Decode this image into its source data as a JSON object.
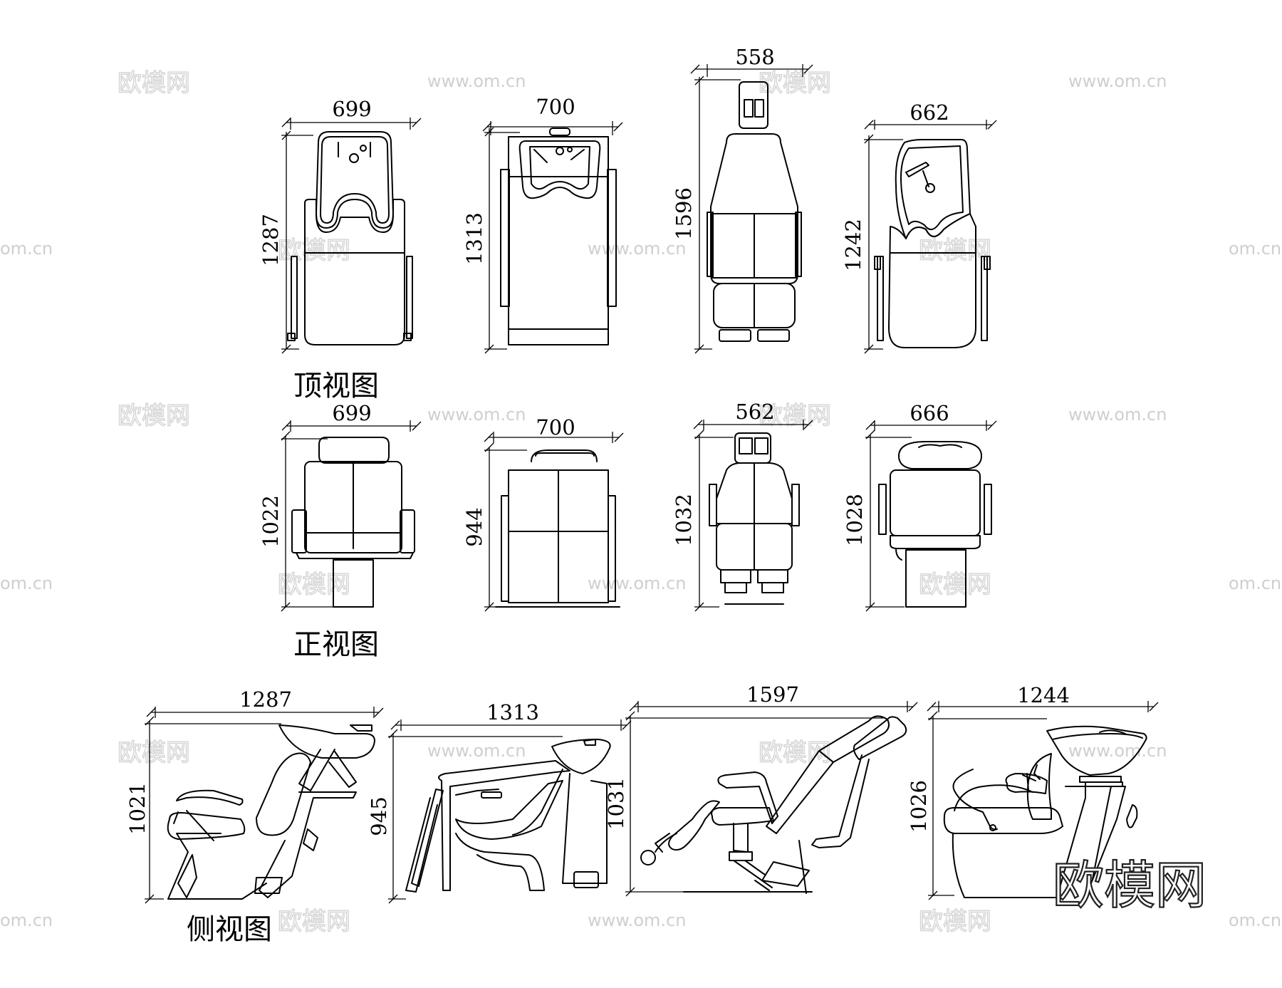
{
  "labels": {
    "top_view": "顶视图",
    "front_view": "正视图",
    "side_view": "侧视图"
  },
  "brand": "欧模网",
  "watermark_cn": "欧模网",
  "watermark_url": "www.om.cn",
  "watermark_edge": "om.cn",
  "top_row": {
    "chair1": {
      "width": "699",
      "height": "1287"
    },
    "chair2": {
      "width": "700",
      "height": "1313"
    },
    "chair3": {
      "width": "558",
      "height": "1596"
    },
    "chair4": {
      "width": "662",
      "height": "1242"
    }
  },
  "front_row": {
    "chair1": {
      "width": "699",
      "height": "1022"
    },
    "chair2": {
      "width": "700",
      "height": "944"
    },
    "chair3": {
      "width": "562",
      "height": "1032"
    },
    "chair4": {
      "width": "666",
      "height": "1028"
    }
  },
  "side_row": {
    "chair1": {
      "width": "1287",
      "height": "1021"
    },
    "chair2": {
      "width": "1313",
      "height": "945"
    },
    "chair3": {
      "width": "1597",
      "height": "1031"
    },
    "chair4": {
      "width": "1244",
      "height": "1026"
    }
  }
}
